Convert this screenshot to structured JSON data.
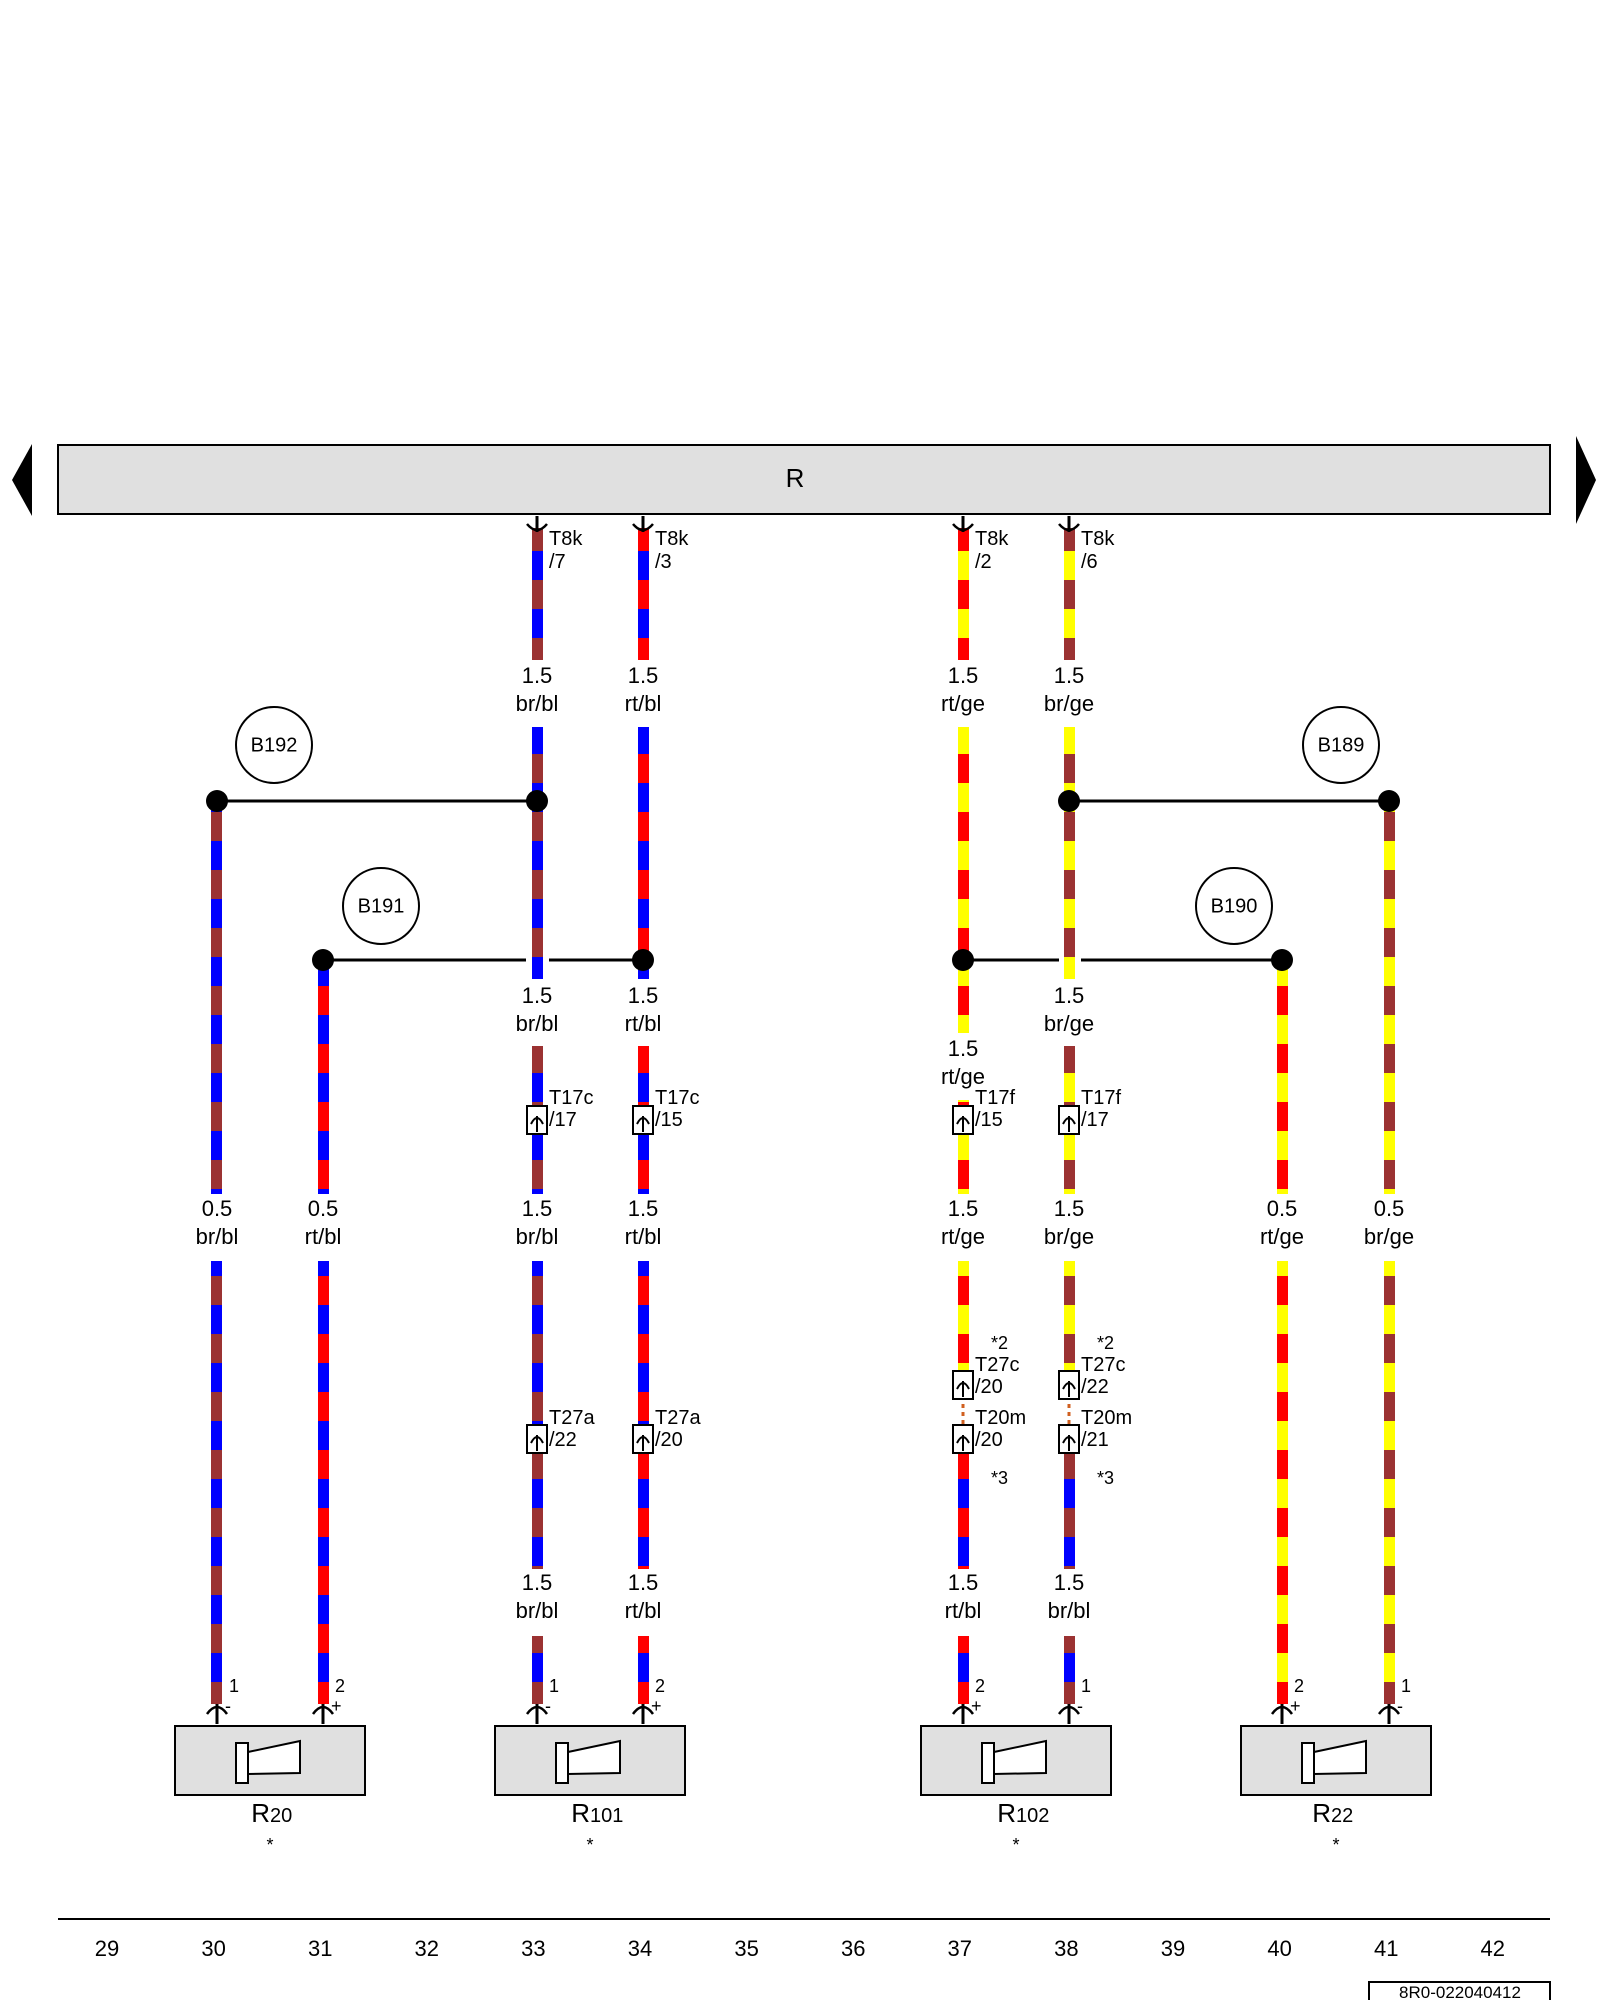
{
  "bus": {
    "label": "R"
  },
  "splices": [
    {
      "id": "B192",
      "label": "B192"
    },
    {
      "id": "B191",
      "label": "B191"
    },
    {
      "id": "B190",
      "label": "B190"
    },
    {
      "id": "B189",
      "label": "B189"
    }
  ],
  "wires": [
    {
      "id": "w30",
      "gauge": "0.5",
      "color_code": "br/bl",
      "colors": [
        "#9b3232",
        "#0000ff"
      ]
    },
    {
      "id": "w31",
      "gauge": "0.5",
      "color_code": "rt/bl",
      "colors": [
        "#ff0000",
        "#0000ff"
      ]
    },
    {
      "id": "w33",
      "segments": [
        {
          "gauge": "1.5",
          "color_code": "br/bl"
        },
        {
          "gauge": "1.5",
          "color_code": "br/bl"
        },
        {
          "gauge": "1.5",
          "color_code": "br/bl"
        },
        {
          "gauge": "1.5",
          "color_code": "br/bl"
        }
      ]
    },
    {
      "id": "w34",
      "segments": [
        {
          "gauge": "1.5",
          "color_code": "rt/bl"
        },
        {
          "gauge": "1.5",
          "color_code": "rt/bl"
        },
        {
          "gauge": "1.5",
          "color_code": "rt/bl"
        },
        {
          "gauge": "1.5",
          "color_code": "rt/bl"
        }
      ]
    },
    {
      "id": "w37",
      "segments": [
        {
          "gauge": "1.5",
          "color_code": "rt/ge"
        },
        {
          "gauge": "1.5",
          "color_code": "rt/ge"
        },
        {
          "gauge": "1.5",
          "color_code": "rt/ge"
        },
        {
          "gauge": "1.5",
          "color_code": "rt/bl"
        }
      ]
    },
    {
      "id": "w38",
      "segments": [
        {
          "gauge": "1.5",
          "color_code": "br/ge"
        },
        {
          "gauge": "1.5",
          "color_code": "br/ge"
        },
        {
          "gauge": "1.5",
          "color_code": "br/ge"
        },
        {
          "gauge": "1.5",
          "color_code": "br/bl"
        }
      ]
    },
    {
      "id": "w40",
      "gauge": "0.5",
      "color_code": "rt/ge",
      "colors": [
        "#ff0000",
        "#ffff00"
      ]
    },
    {
      "id": "w41",
      "gauge": "0.5",
      "color_code": "br/ge",
      "colors": [
        "#9b3232",
        "#ffff00"
      ]
    }
  ],
  "connectors": {
    "t8k_7": {
      "name": "T8k",
      "pin": "/7"
    },
    "t8k_3": {
      "name": "T8k",
      "pin": "/3"
    },
    "t8k_2": {
      "name": "T8k",
      "pin": "/2"
    },
    "t8k_6": {
      "name": "T8k",
      "pin": "/6"
    },
    "t17c_17": {
      "name": "T17c",
      "pin": "/17"
    },
    "t17c_15": {
      "name": "T17c",
      "pin": "/15"
    },
    "t17f_15": {
      "name": "T17f",
      "pin": "/15"
    },
    "t17f_17": {
      "name": "T17f",
      "pin": "/17"
    },
    "t27a_22": {
      "name": "T27a",
      "pin": "/22"
    },
    "t27a_20": {
      "name": "T27a",
      "pin": "/20"
    },
    "t27c_20": {
      "name": "T27c",
      "pin": "/20",
      "note": "*2"
    },
    "t27c_22": {
      "name": "T27c",
      "pin": "/22",
      "note": "*2"
    },
    "t20m_20": {
      "name": "T20m",
      "pin": "/20",
      "note": "*3"
    },
    "t20m_21": {
      "name": "T20m",
      "pin": "/21",
      "note": "*3"
    }
  },
  "components": [
    {
      "id": "R20",
      "prefix": "R",
      "number": "20",
      "note": "*",
      "pins": [
        {
          "num": "1",
          "polarity": "-"
        },
        {
          "num": "2",
          "polarity": "+"
        }
      ]
    },
    {
      "id": "R101",
      "prefix": "R",
      "number": "101",
      "note": "*",
      "pins": [
        {
          "num": "1",
          "polarity": "-"
        },
        {
          "num": "2",
          "polarity": "+"
        }
      ]
    },
    {
      "id": "R102",
      "prefix": "R",
      "number": "102",
      "note": "*",
      "pins": [
        {
          "num": "2",
          "polarity": "+"
        },
        {
          "num": "1",
          "polarity": "-"
        }
      ]
    },
    {
      "id": "R22",
      "prefix": "R",
      "number": "22",
      "note": "*",
      "pins": [
        {
          "num": "2",
          "polarity": "+"
        },
        {
          "num": "1",
          "polarity": "-"
        }
      ]
    }
  ],
  "columns": [
    "29",
    "30",
    "31",
    "32",
    "33",
    "34",
    "35",
    "36",
    "37",
    "38",
    "39",
    "40",
    "41",
    "42"
  ],
  "document_id": "8R0-022040412",
  "colors": {
    "brown": "#9b3232",
    "blue": "#0000ff",
    "red": "#ff0000",
    "yellow": "#ffff00",
    "bus_fill": "#e0e0e0",
    "box_fill": "#e0e0e0"
  }
}
